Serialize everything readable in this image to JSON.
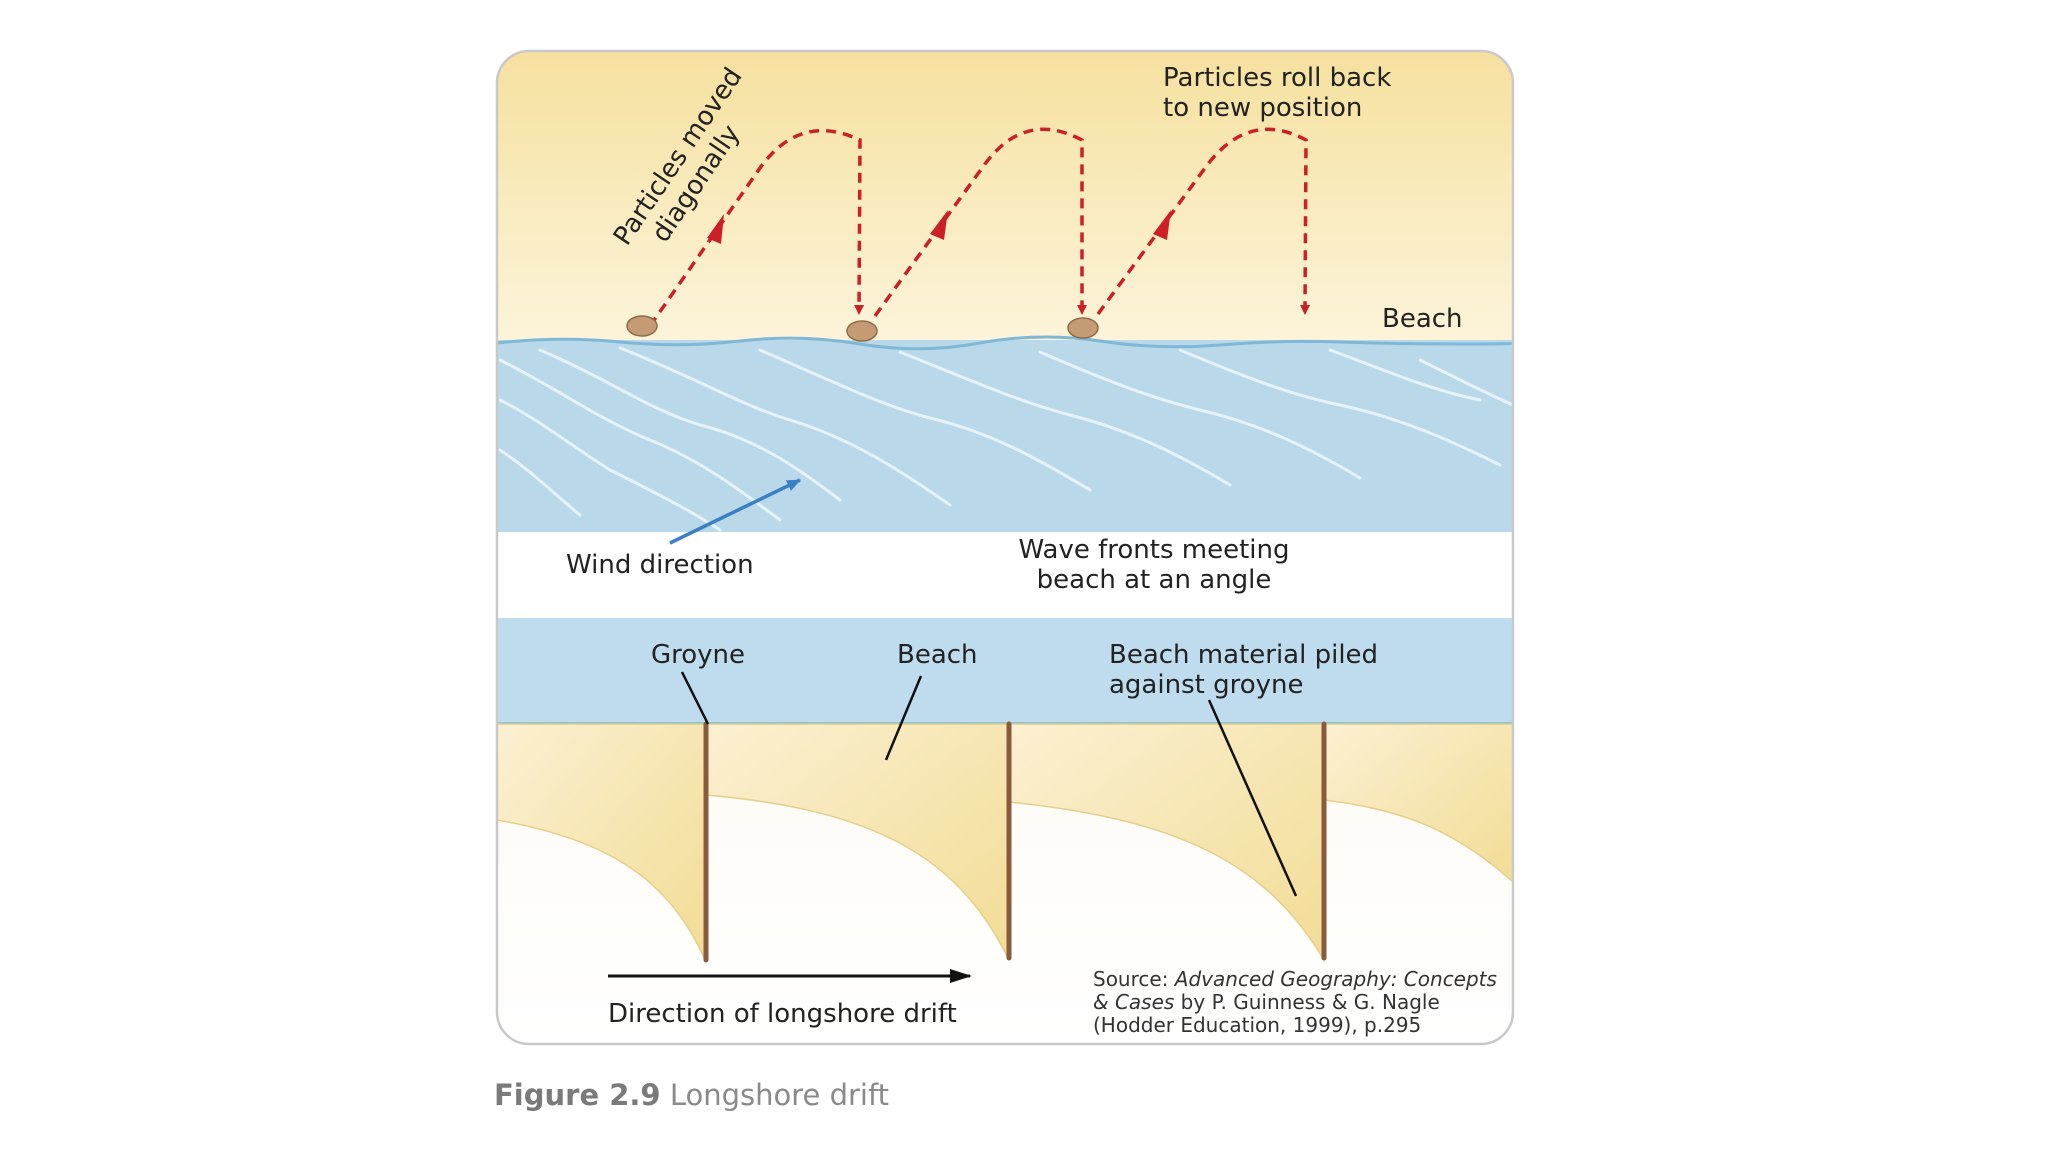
{
  "labels": {
    "particles_moved_line1": "Particles moved",
    "particles_moved_line2": "diagonally",
    "particles_roll_line1": "Particles roll back",
    "particles_roll_line2": "to new position",
    "beach_top": "Beach",
    "wind_direction": "Wind direction",
    "wave_fronts_line1": "Wave fronts meeting",
    "wave_fronts_line2": "beach at an angle",
    "groyne": "Groyne",
    "beach_bottom": "Beach",
    "beach_material_line1": "Beach material piled",
    "beach_material_line2": "against groyne",
    "longshore_drift": "Direction of longshore drift"
  },
  "source": {
    "prefix": "Source: ",
    "title_part1": "Advanced Geography: Concepts",
    "title_part2": "& Cases",
    "authors": " by P. Guinness & G. Nagle",
    "publisher": "(Hodder Education, 1999), p.295"
  },
  "caption": {
    "number": "Figure 2.9",
    "text": "Longshore drift"
  },
  "colors": {
    "sand": "#f7e6b1",
    "sea": "#b9d8ea",
    "path_arrow": "#cc1f26",
    "wind_arrow": "#3b7fc4",
    "groyne": "#8a5a3c",
    "pebble": "#c49b74"
  }
}
